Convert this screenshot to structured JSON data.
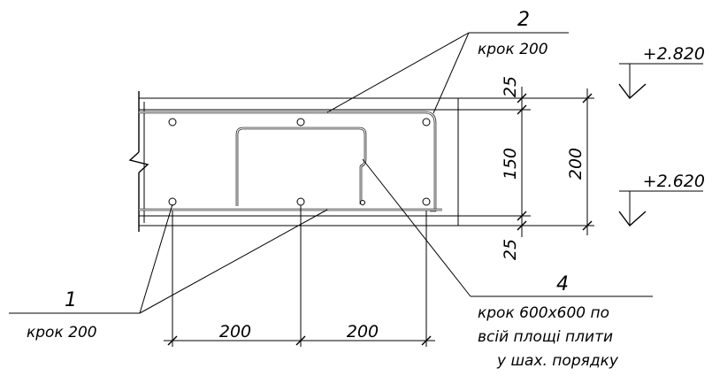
{
  "labels": {
    "bar1": {
      "number": "1",
      "note": "крок 200"
    },
    "bar2": {
      "number": "2",
      "note": "крок 200"
    },
    "bar4": {
      "number": "4",
      "note_lines": [
        "крок 600x600 по",
        "всій площі плити",
        "у шах. порядку"
      ]
    }
  },
  "dimensions": {
    "bottom_left": "200",
    "bottom_right": "200",
    "cover_top": "25",
    "inner_height": "150",
    "total_height": "200",
    "cover_bottom": "25"
  },
  "elevations": {
    "top": "+2.820",
    "bottom": "+2.620"
  }
}
